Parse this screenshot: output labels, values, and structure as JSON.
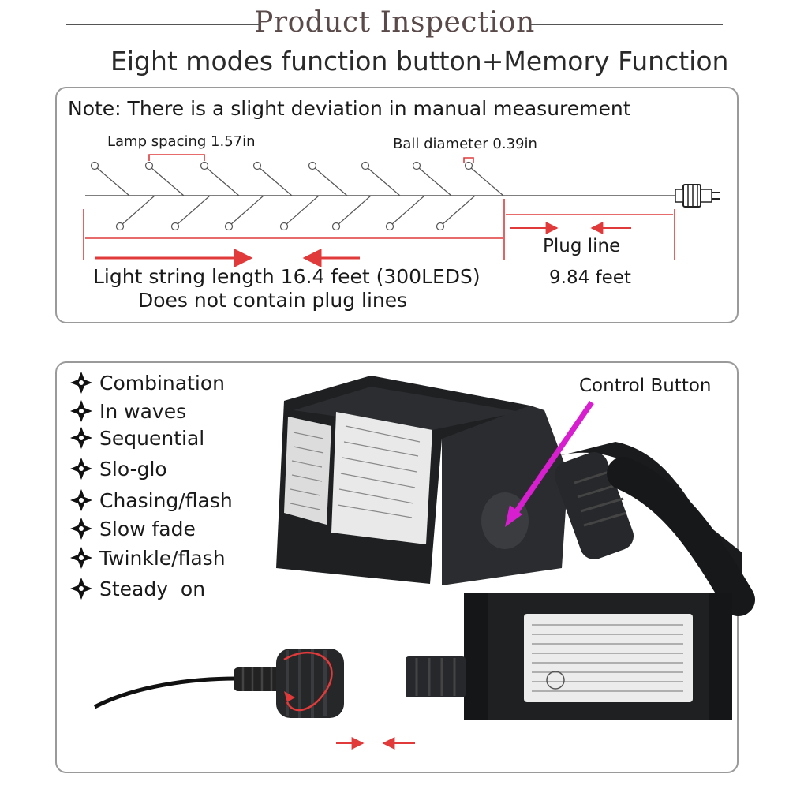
{
  "header": {
    "title": "Product Inspection",
    "subtitle": "Eight modes function button+Memory Function"
  },
  "diagram": {
    "note": "Note: There is a slight deviation in manual measurement",
    "lamp_spacing": "Lamp spacing 1.57in",
    "ball_diameter": "Ball diameter 0.39in",
    "plug_line_label": "Plug line",
    "plug_line_length": "9.84 feet",
    "string_length": "Light string length 16.4 feet (300LEDS)",
    "string_note": "Does not contain plug lines"
  },
  "modes": {
    "items": [
      "Combination",
      "In waves",
      "Sequential",
      "Slo-glo",
      "Chasing/flash",
      "Slow fade",
      "Twinkle/flash",
      "Steady  on"
    ]
  },
  "product": {
    "control_button_label": "Control Button"
  },
  "colors": {
    "arrow_red": "#e03a3a",
    "control_arrow": "#d81fd0",
    "adapter_body": "#1f2123"
  }
}
